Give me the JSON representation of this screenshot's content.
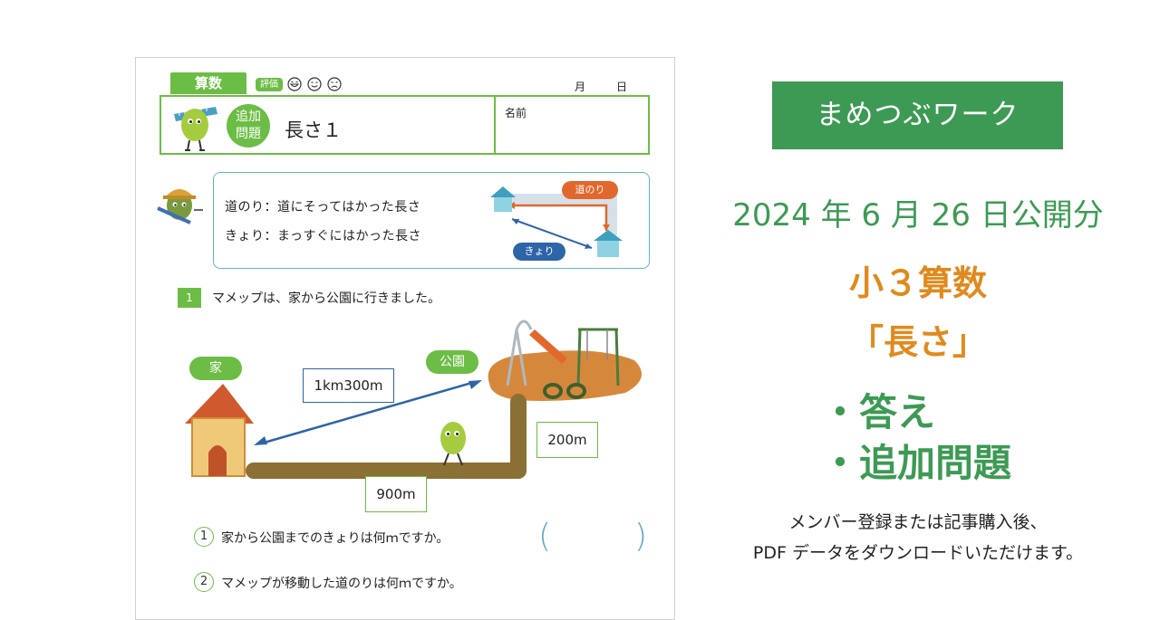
{
  "worksheet": {
    "subject": "算数",
    "eval_label": "評価",
    "month_label": "月",
    "day_label": "日",
    "badge_lines": [
      "追加",
      "問題"
    ],
    "title": "長さ１",
    "name_label": "名前",
    "definitions": [
      "道のり：道にそってはかった長さ",
      "きょり：まっすぐにはかった長さ"
    ],
    "road_label": "道のり",
    "straight_label": "きょり",
    "question_number": "1",
    "question_text": "マメップは、家から公園に行きました。",
    "house_label": "家",
    "park_label": "公園",
    "distance_diagonal": "1km300m",
    "distance_vertical": "200m",
    "distance_horizontal": "900m",
    "sub_questions": [
      {
        "num": "1",
        "text": "家から公園までのきょりは何ｍですか。"
      },
      {
        "num": "2",
        "text": "マメップが移動した道のりは何ｍですか。"
      }
    ]
  },
  "promo": {
    "brand": "まめつぶワーク",
    "release": "2024 年 6 月 26 日公開分",
    "grade": "小３算数",
    "topic": "「長さ」",
    "bullets": [
      "・答え",
      "・追加問題"
    ],
    "notes": [
      "メンバー登録または記事購入後、",
      "PDF データをダウンロードいただけます。"
    ]
  },
  "colors": {
    "green": "#6cbd45",
    "dark_green": "#3d9a54",
    "orange": "#e08a1e",
    "road_orange": "#e2672d",
    "blue": "#2e64a8"
  }
}
